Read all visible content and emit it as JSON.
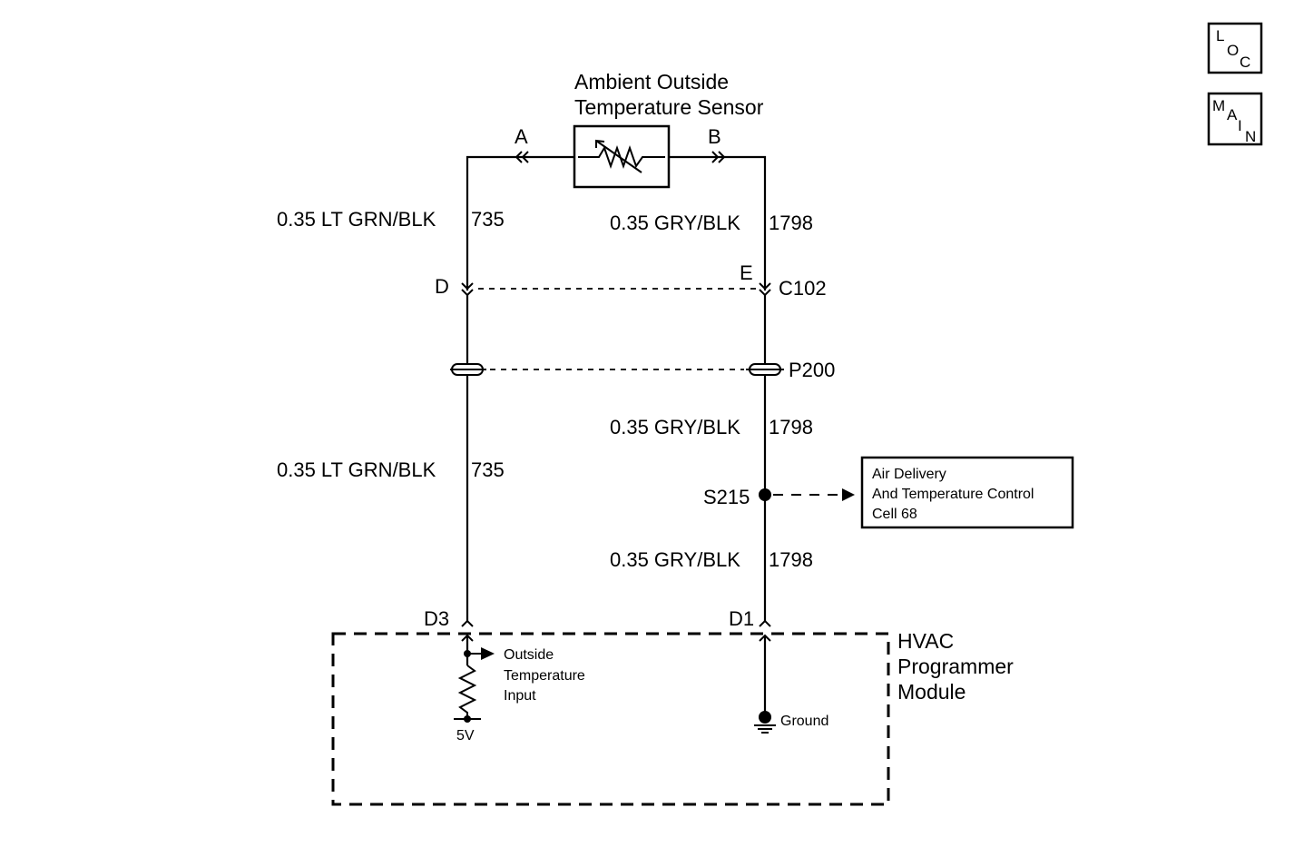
{
  "nav": {
    "loc": {
      "l1": "L",
      "l2": "O",
      "l3": "C"
    },
    "main": {
      "l1": "M",
      "l2": "A",
      "l3": "I",
      "l4": "N"
    }
  },
  "sensor": {
    "title_line1": "Ambient Outside",
    "title_line2": "Temperature Sensor",
    "pin_a": "A",
    "pin_b": "B"
  },
  "wires": {
    "left_top": "0.35 LT GRN/BLK",
    "left_top_circuit": "735",
    "right_top": "0.35 GRY/BLK",
    "right_top_circuit": "1798",
    "left_bottom": "0.35 LT GRN/BLK",
    "left_bottom_circuit": "735",
    "right_mid": "0.35 GRY/BLK",
    "right_mid_circuit": "1798",
    "right_bottom": "0.35 GRY/BLK",
    "right_bottom_circuit": "1798"
  },
  "connectors": {
    "c102_left_pin": "D",
    "c102_right_pin": "E",
    "c102_name": "C102",
    "p200_name": "P200",
    "splice_name": "S215",
    "module_pin_left": "D3",
    "module_pin_right": "D1"
  },
  "reference_box": {
    "line1": "Air Delivery",
    "line2": "And Temperature Control",
    "line3": "Cell 68"
  },
  "module": {
    "title_line1": "HVAC",
    "title_line2": "Programmer",
    "title_line3": "Module",
    "input_line1": "Outside",
    "input_line2": "Temperature",
    "input_line3": "Input",
    "voltage": "5V",
    "ground": "Ground"
  }
}
